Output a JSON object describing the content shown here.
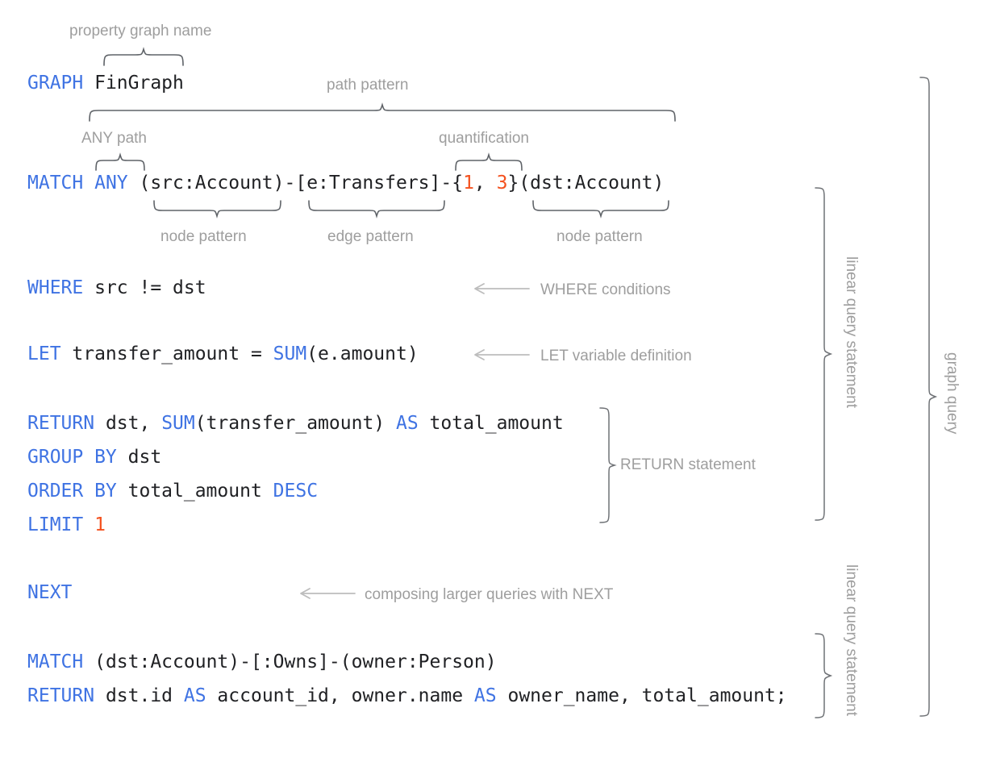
{
  "diagram": {
    "title": "GQL graph query annotated syntax diagram",
    "colors": {
      "keyword": "#3f73e3",
      "literal": "#f4511e",
      "code_text": "#202124",
      "annotation": "#9e9e9e",
      "brace": "#5f6368",
      "arrow": "#bdbdbd",
      "background": "#ffffff"
    }
  },
  "code": {
    "line_graph": {
      "keyword": "GRAPH",
      "rest": " FinGraph"
    },
    "line_match": {
      "keyword1": "MATCH",
      "keyword2": " ANY",
      "part1": " (src:Account)-[e:Transfers]-{",
      "num1": "1",
      "part2": ", ",
      "num2": "3",
      "part3": "}(dst:Account)"
    },
    "line_where": {
      "keyword": "WHERE",
      "rest": " src != dst"
    },
    "line_let": {
      "keyword": "LET",
      "mid": " transfer_amount = ",
      "func": "SUM",
      "rest": "(e.amount)"
    },
    "line_return1": {
      "keyword": "RETURN",
      "mid": " dst, ",
      "func": "SUM",
      "mid2": "(transfer_amount) ",
      "kw_as": "AS",
      "rest": " total_amount"
    },
    "line_group": {
      "keyword": "GROUP BY",
      "rest": " dst"
    },
    "line_order": {
      "keyword1": "ORDER BY",
      "mid": " total_amount ",
      "keyword2": "DESC"
    },
    "line_limit": {
      "keyword": "LIMIT ",
      "num": "1"
    },
    "line_next": {
      "keyword": "NEXT"
    },
    "line_match2": {
      "keyword": "MATCH",
      "rest": " (dst:Account)-[:Owns]-(owner:Person)"
    },
    "line_return2": {
      "keyword": "RETURN",
      "mid": " dst.id ",
      "as1": "AS",
      "mid2": " account_id, owner.name ",
      "as2": "AS",
      "rest": " owner_name, total_amount;"
    }
  },
  "annotations": {
    "property_graph_name": "property graph name",
    "path_pattern": "path pattern",
    "any_path": "ANY path",
    "quantification": "quantification",
    "node_pattern_left": "node pattern",
    "edge_pattern": "edge pattern",
    "node_pattern_right": "node pattern",
    "where_conditions": "WHERE conditions",
    "let_variable_definition": "LET variable definition",
    "return_statement": "RETURN statement",
    "composing_with_next": "composing larger queries with NEXT",
    "linear_query_statement_1": "linear query statement",
    "linear_query_statement_2": "linear query statement",
    "graph_query": "graph query"
  }
}
